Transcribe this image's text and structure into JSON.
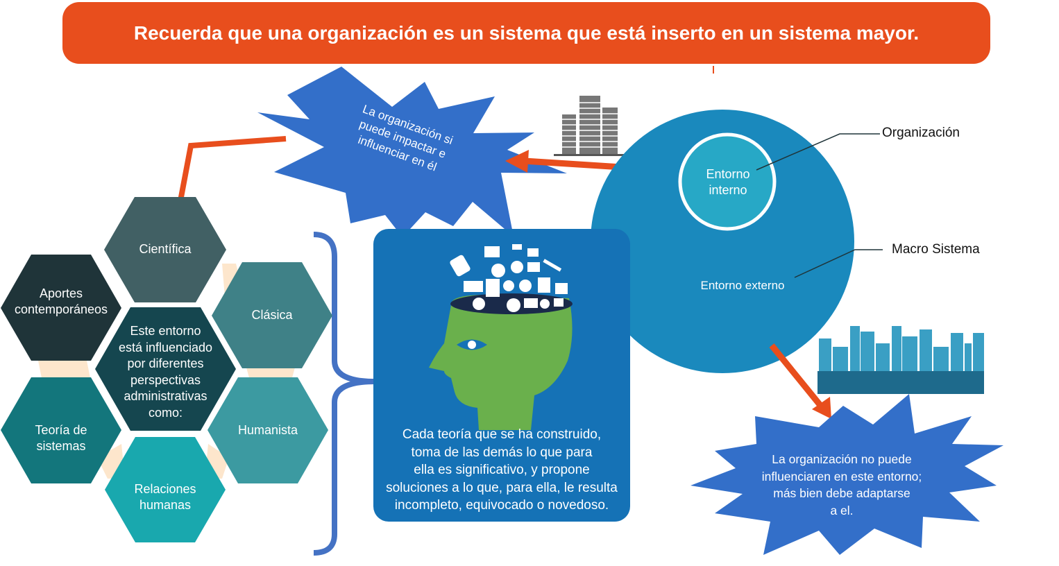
{
  "banner": {
    "text": "Recuerda que una organización es un sistema que está inserto en un sistema mayor."
  },
  "burst_top": {
    "lines": [
      "La organización si",
      "puede impactar e",
      "influenciar en él"
    ]
  },
  "burst_bottom": {
    "lines": [
      "La organización no puede",
      "influenciaren en este entorno;",
      "más bien debe adaptarse",
      "a el."
    ]
  },
  "hexagons": {
    "center": [
      "Este entorno",
      "está influenciado",
      "por diferentes",
      "perspectivas",
      "administrativas",
      "como:"
    ],
    "cientifica": [
      "Científica"
    ],
    "aportes": [
      "Aportes",
      "contemporáneos"
    ],
    "clasica": [
      "Clásica"
    ],
    "teoria": [
      "Teoría de",
      "sistemas"
    ],
    "humanista": [
      "Humanista"
    ],
    "relaciones": [
      "Relaciones",
      "humanas"
    ]
  },
  "theory_box": {
    "lines": [
      "Cada teoría que se ha construido,",
      "toma de las demás lo que para",
      "ella es significativo, y propone",
      "soluciones a lo que, para ella, le resulta",
      "incompleto, equivocado o novedoso."
    ]
  },
  "system": {
    "inner": [
      "Entorno",
      "interno"
    ],
    "outer": "Entorno externo",
    "label_org": "Organización",
    "label_macro": "Macro Sistema"
  },
  "colors": {
    "orange": "#e84e1d",
    "burst": "#336fc9",
    "circle": "#1a89bd",
    "box": "#1572b6"
  }
}
